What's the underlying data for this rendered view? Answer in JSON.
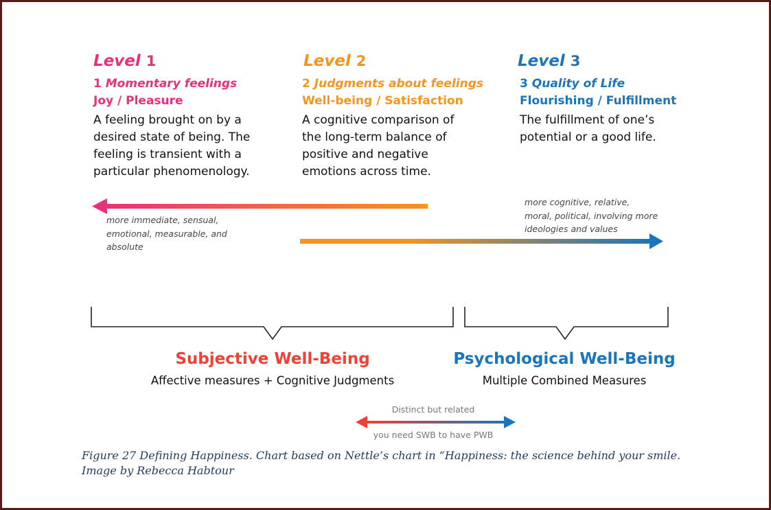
{
  "colors": {
    "pink": "#e8317a",
    "orange": "#f7941d",
    "blue": "#1b75bc",
    "red": "#ef4136",
    "caption": "#1f3a5f",
    "border": "#5a1a1a"
  },
  "levels": [
    {
      "title": "Level",
      "num": "1",
      "sub_num": "1",
      "sub_label": "Momentary feelings",
      "name": "Joy / Pleasure",
      "desc": "A feeling brought on by a desired state of being. The feeling is transient with a particular phenomenology."
    },
    {
      "title": "Level",
      "num": "2",
      "sub_num": "2",
      "sub_label": "Judgments about feelings",
      "name": "Well-being / Satisfaction",
      "desc": "A cognitive comparison of the long-term balance of positive and negative emotions across time."
    },
    {
      "title": "Level",
      "num": "3",
      "sub_num": "3",
      "sub_label": "Quality of Life",
      "name": "Flourishing / Fulfillment",
      "desc": "The fulfillment of one’s potential or a good life."
    }
  ],
  "arrows": {
    "left_note": "more immediate, sensual, emotional, measurable, and absolute",
    "right_note": "more cognitive, relative, moral, political, involving more ideologies and values"
  },
  "groups": {
    "swb_title": "Subjective Well-Being",
    "swb_sub": "Affective measures + Cognitive Judgments",
    "pwb_title": "Psychological Well-Being",
    "pwb_sub": "Multiple Combined Measures"
  },
  "relation": {
    "top": "Distinct but related",
    "bottom": "you need SWB to have PWB"
  },
  "caption": "Figure 27 Defining Happiness. Chart based on Nettle’s chart in “Happiness: the science behind your smile. Image by Rebecca Habtour"
}
